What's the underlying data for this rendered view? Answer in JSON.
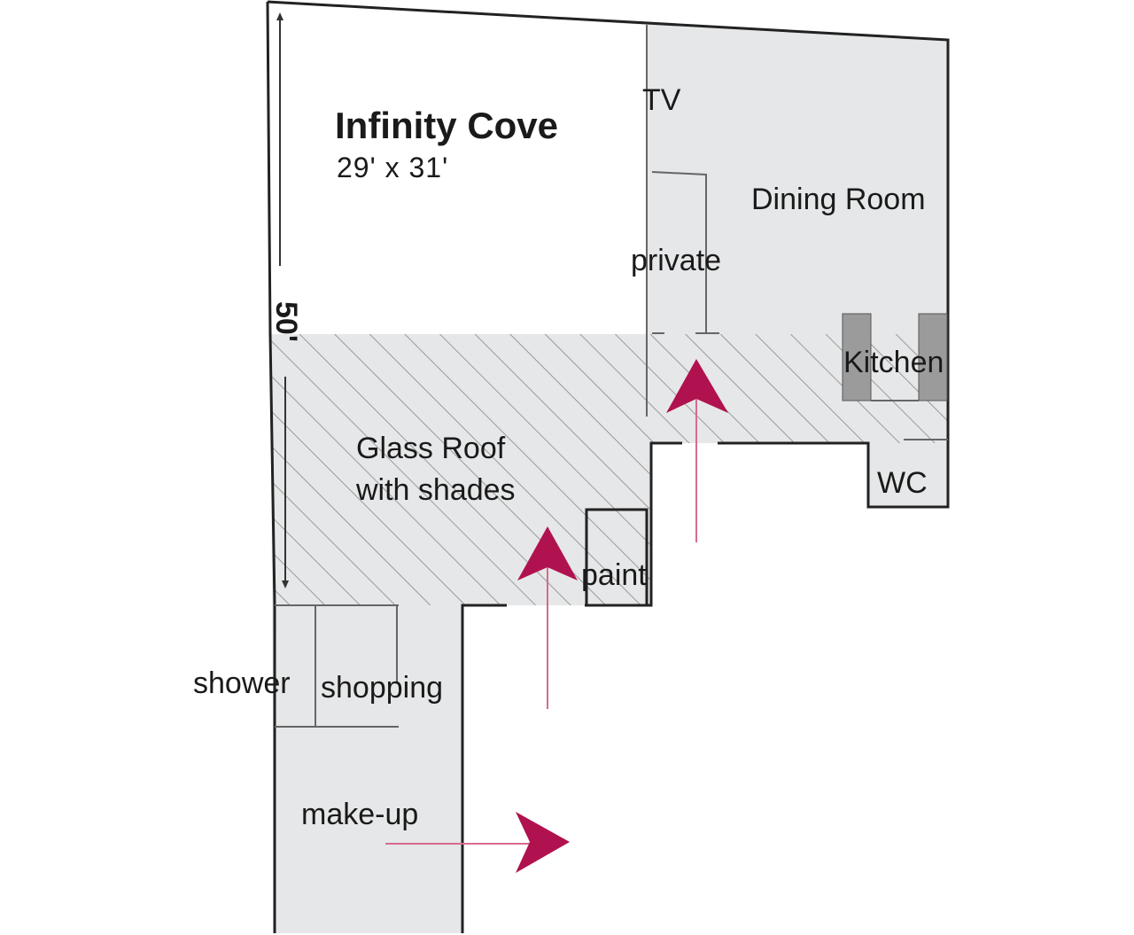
{
  "title": "Infinity Cove",
  "dimensions": "29' x 31'",
  "height_label": "50'",
  "rooms": {
    "tv": "TV",
    "dining": "Dining Room",
    "private": "private",
    "kitchen": "Kitchen",
    "glass_roof_line1": "Glass Roof",
    "glass_roof_line2": "with shades",
    "wc": "WC",
    "paint": "paint",
    "shower": "shower",
    "shopping": "shopping",
    "makeup": "make-up"
  },
  "colors": {
    "floor": "#e6e7e8",
    "cove": "#ffffff",
    "hatch": "#9a9a9a",
    "arrow": "#b0124f",
    "wall": "#222222",
    "kitchen_block": "#9b9b9b"
  },
  "icons": [
    "arrow-up-icon",
    "arrow-right-icon"
  ]
}
